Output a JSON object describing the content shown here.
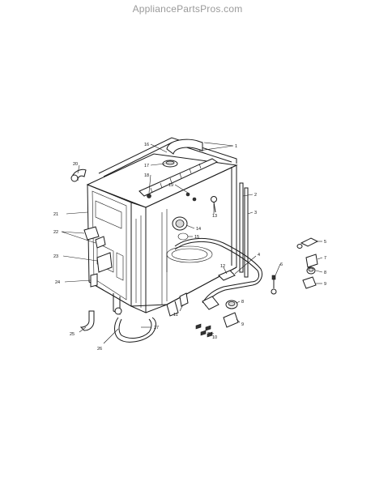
{
  "watermark": "AppliancePartsPros.com",
  "callouts": [
    "1",
    "2",
    "3",
    "4",
    "5",
    "6",
    "7",
    "8",
    "9",
    "10",
    "11",
    "12",
    "13",
    "14",
    "15",
    "16",
    "17",
    "18",
    "19",
    "20",
    "21",
    "22",
    "23",
    "24",
    "25",
    "26",
    "27",
    "8",
    "9",
    "6"
  ]
}
